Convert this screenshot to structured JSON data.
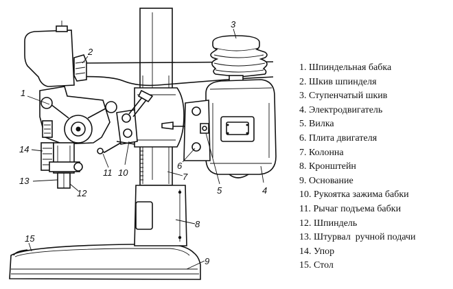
{
  "diagram": {
    "callouts": [
      "1",
      "2",
      "3",
      "4",
      "5",
      "6",
      "7",
      "8",
      "9",
      "10",
      "11",
      "12",
      "13",
      "14",
      "15"
    ],
    "legend": [
      "1. Шпиндельная бабка",
      "2. Шкив шпинделя",
      "3. Ступенчатый шкив",
      "4. Электродвигатель",
      "5. Вилка",
      "6. Плита двигателя",
      "7. Колонна",
      "8. Кронштейн",
      "9. Основание",
      "10. Рукоятка зажима бабки",
      "11. Рычаг подъема бабки",
      "12. Шпиндель",
      "13. Штурвал  ручной подачи",
      "14. Упор",
      "15. Стол"
    ]
  }
}
